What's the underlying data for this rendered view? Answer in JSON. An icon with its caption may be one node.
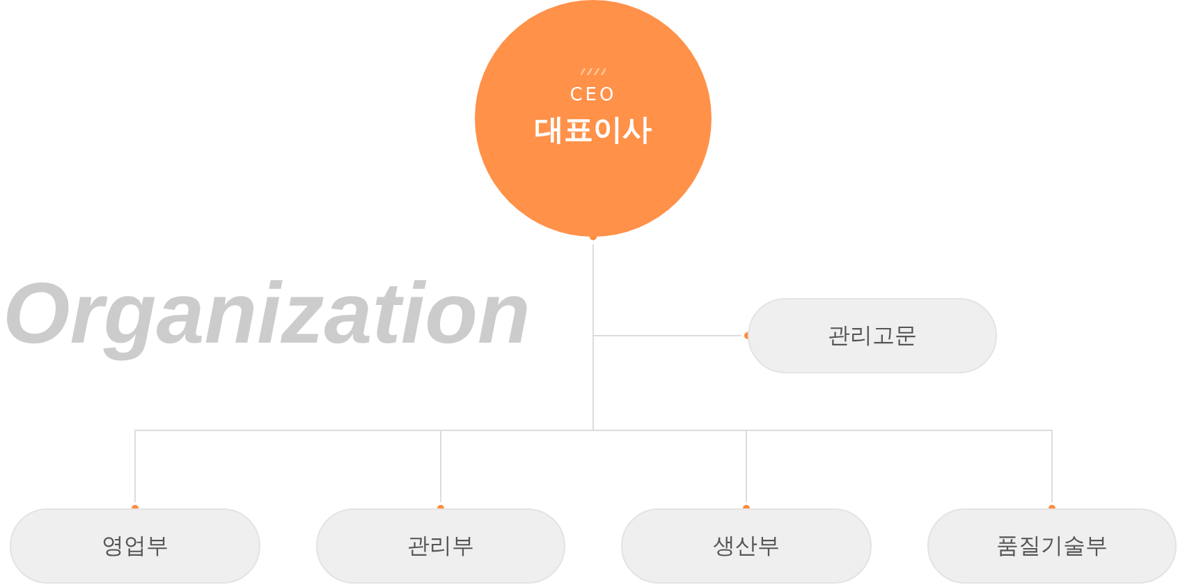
{
  "diagram": {
    "nodes": [
      {
        "text": [
          "CEO",
          "대표이사"
        ]
      },
      {
        "text": [
          "관리고문"
        ]
      },
      {
        "text": [
          "영업부"
        ]
      },
      {
        "text": [
          "관리부"
        ]
      },
      {
        "text": [
          "생산부"
        ]
      },
      {
        "text": [
          "품질기술부"
        ]
      }
    ],
    "edges": [
      {
        "from": 0,
        "to": 1,
        "arrow": "other"
      },
      {
        "from": 0,
        "to": 2,
        "arrow": "other"
      },
      {
        "from": 0,
        "to": 3,
        "arrow": "other"
      },
      {
        "from": 0,
        "to": 4,
        "arrow": "other"
      },
      {
        "from": 0,
        "to": 5,
        "arrow": "other"
      }
    ],
    "labels": [
      "Organization"
    ]
  }
}
